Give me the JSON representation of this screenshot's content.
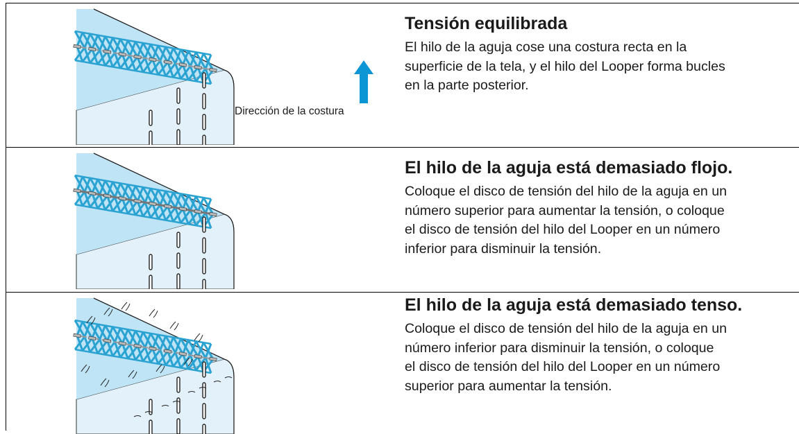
{
  "colors": {
    "fabric_top": "#bfe4f5",
    "fabric_side": "#e3f2fa",
    "stitch_thread": "#2aa3d3",
    "arrow": "#0c96d6",
    "rule": "#000000"
  },
  "sections": [
    {
      "title": "Tensión equilibrada",
      "lines": [
        "El hilo de la aguja cose una costura recta en la",
        "superficie de la tela, y el hilo del Looper forma bucles",
        "en la parte posterior."
      ]
    },
    {
      "title": "El hilo de la aguja está demasiado flojo.",
      "lines": [
        "Coloque el disco de tensión del hilo de la aguja en un",
        "número superior para aumentar la tensión, o coloque",
        "el disco de tensión del hilo del Looper en un número",
        "inferior para disminuir la tensión."
      ]
    },
    {
      "title": "El hilo de la aguja está demasiado tenso.",
      "lines": [
        "Coloque el disco de tensión del hilo de la aguja en un",
        "número inferior para disminuir la tensión, o coloque",
        "el disco de tensión del hilo del Looper en un número",
        "superior para aumentar la tensión."
      ]
    }
  ],
  "direction_label": "Dirección de la costura",
  "arrow_icon": "up-arrow-icon"
}
